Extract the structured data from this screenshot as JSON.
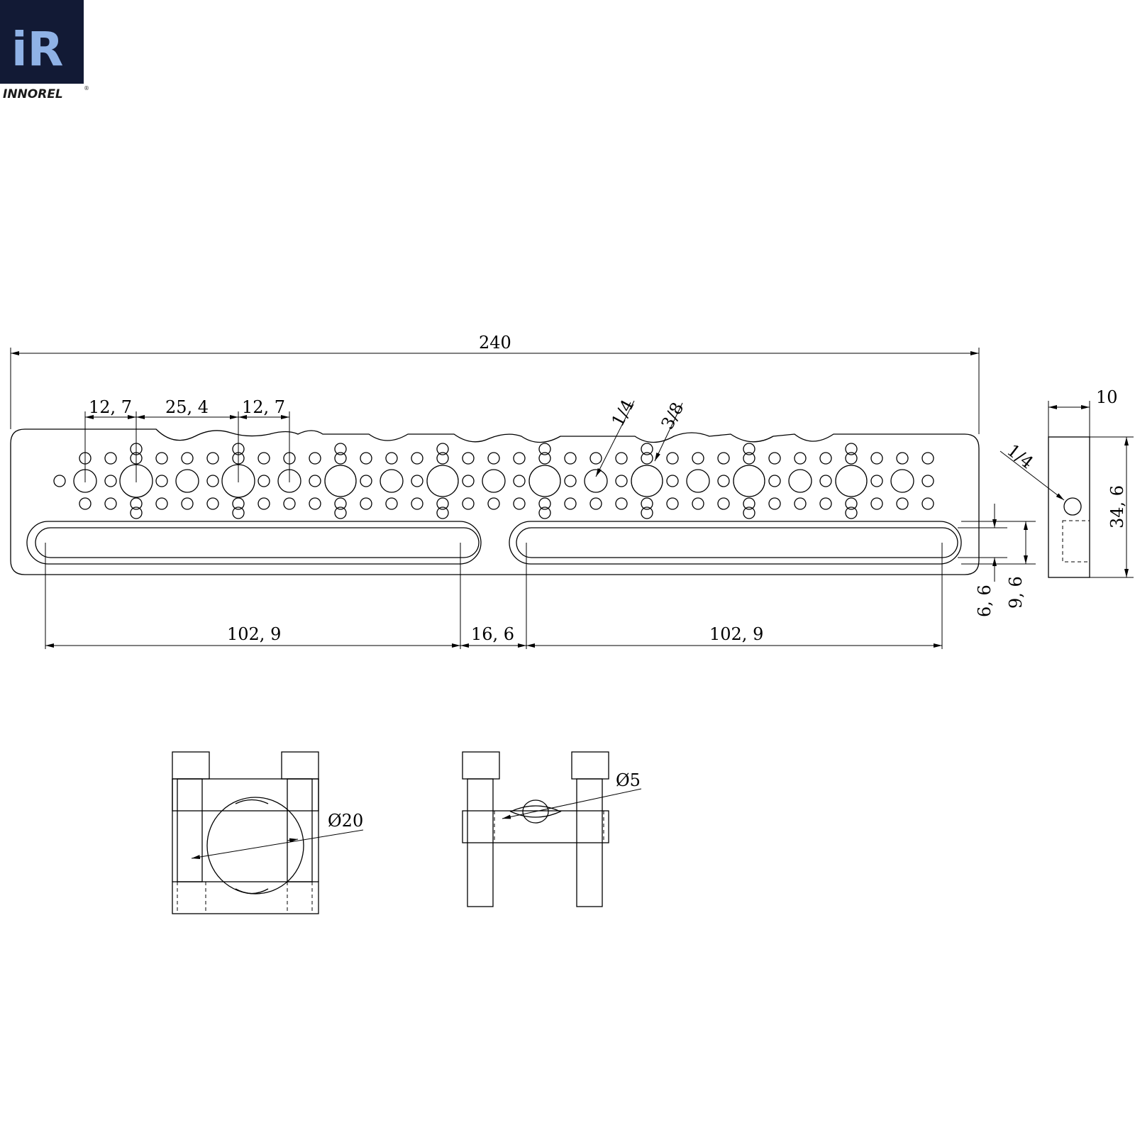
{
  "brand": {
    "glyph": "iR",
    "name": "INNOREL",
    "registered": "®",
    "box_color": "#121a35",
    "glyph_color": "#8fb2e6"
  },
  "front_view": {
    "overall_length": "240",
    "spacing_1": "12, 7",
    "spacing_2": "25, 4",
    "spacing_3": "12, 7",
    "hole_label_a": "1/4",
    "hole_label_b": "3/8",
    "slot_left_length": "102, 9",
    "slot_gap": "16, 6",
    "slot_right_length": "102, 9",
    "slot_width": "6, 6",
    "slot_offset": "9, 6"
  },
  "side_view": {
    "thickness": "10",
    "height": "34, 6",
    "hole_label": "1/4"
  },
  "bottom_views": {
    "clamp_diameter": "Ø20",
    "pin_diameter": "Ø5"
  }
}
